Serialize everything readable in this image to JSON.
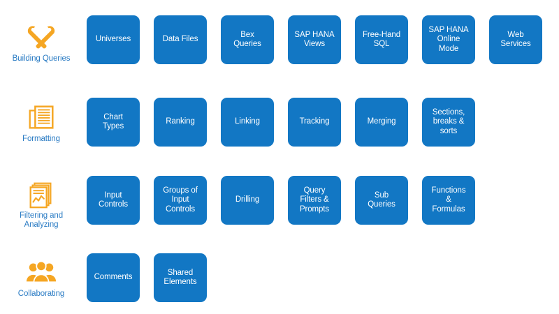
{
  "theme": {
    "tile_fill": "#1277c4",
    "tile_text": "#ffffff",
    "category_label_color": "#2b7cc4",
    "icon_color": "#f5a623",
    "background": "#ffffff"
  },
  "categories": [
    {
      "id": "building-queries",
      "label": "Building Queries",
      "icon": "tools-wrench-screwdriver-icon",
      "tiles": [
        {
          "label": "Universes"
        },
        {
          "label": "Data Files"
        },
        {
          "label": "Bex\nQueries"
        },
        {
          "label": "SAP HANA\nViews"
        },
        {
          "label": "Free-Hand\nSQL"
        },
        {
          "label": "SAP HANA\nOnline\nMode"
        },
        {
          "label": "Web\nServices"
        }
      ]
    },
    {
      "id": "formatting",
      "label": "Formatting",
      "icon": "documents-lines-icon",
      "tiles": [
        {
          "label": "Chart\nTypes"
        },
        {
          "label": "Ranking"
        },
        {
          "label": "Linking"
        },
        {
          "label": "Tracking"
        },
        {
          "label": "Merging"
        },
        {
          "label": "Sections,\nbreaks &\nsorts"
        }
      ]
    },
    {
      "id": "filtering-and-analyzing",
      "label": "Filtering and\nAnalyzing",
      "icon": "document-chart-icon",
      "tiles": [
        {
          "label": "Input\nControls"
        },
        {
          "label": "Groups of\nInput\nControls"
        },
        {
          "label": "Drilling"
        },
        {
          "label": "Query\nFilters &\nPrompts"
        },
        {
          "label": "Sub\nQueries"
        },
        {
          "label": "Functions\n&\nFormulas"
        }
      ]
    },
    {
      "id": "collaborating",
      "label": "Collaborating",
      "icon": "people-group-icon",
      "tiles": [
        {
          "label": "Comments"
        },
        {
          "label": "Shared\nElements"
        }
      ]
    }
  ]
}
